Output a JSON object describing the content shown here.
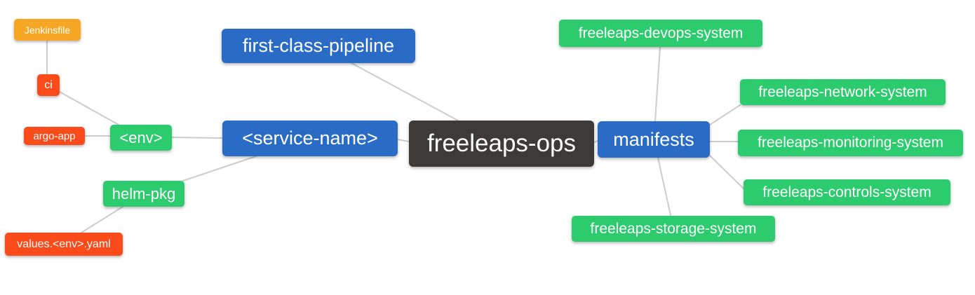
{
  "palette": {
    "background": "#ffffff",
    "text": "#ffffff",
    "edge": "#cccccc",
    "root_bg": "#3d3a38",
    "branch_bg": "#2a6cc5",
    "green_bg": "#2bcb6e",
    "red_bg": "#fb4b1b",
    "orange_bg": "#f5a623"
  },
  "nodes": {
    "root": {
      "label": "freeleaps-ops"
    },
    "first_class_pipeline": {
      "label": "first-class-pipeline"
    },
    "service_name": {
      "label": "<service-name>"
    },
    "manifests": {
      "label": "manifests"
    },
    "env": {
      "label": "<env>"
    },
    "helm_pkg": {
      "label": "helm-pkg"
    },
    "ci": {
      "label": "ci"
    },
    "argo_app": {
      "label": "argo-app"
    },
    "jenkinsfile": {
      "label": "Jenkinsfile"
    },
    "values_env_yaml": {
      "label": "values.<env>.yaml"
    },
    "devops_system": {
      "label": "freeleaps-devops-system"
    },
    "network_system": {
      "label": "freeleaps-network-system"
    },
    "monitoring_system": {
      "label": "freeleaps-monitoring-system"
    },
    "controls_system": {
      "label": "freeleaps-controls-system"
    },
    "storage_system": {
      "label": "freeleaps-storage-system"
    }
  },
  "edges": [
    [
      "jenkinsfile",
      "ci"
    ],
    [
      "ci",
      "env"
    ],
    [
      "argo_app",
      "env"
    ],
    [
      "env",
      "service_name"
    ],
    [
      "helm_pkg",
      "service_name"
    ],
    [
      "values_env_yaml",
      "helm_pkg"
    ],
    [
      "first_class_pipeline",
      "root"
    ],
    [
      "service_name",
      "root"
    ],
    [
      "root",
      "manifests"
    ],
    [
      "manifests",
      "devops_system"
    ],
    [
      "manifests",
      "network_system"
    ],
    [
      "manifests",
      "monitoring_system"
    ],
    [
      "manifests",
      "controls_system"
    ],
    [
      "manifests",
      "storage_system"
    ]
  ]
}
